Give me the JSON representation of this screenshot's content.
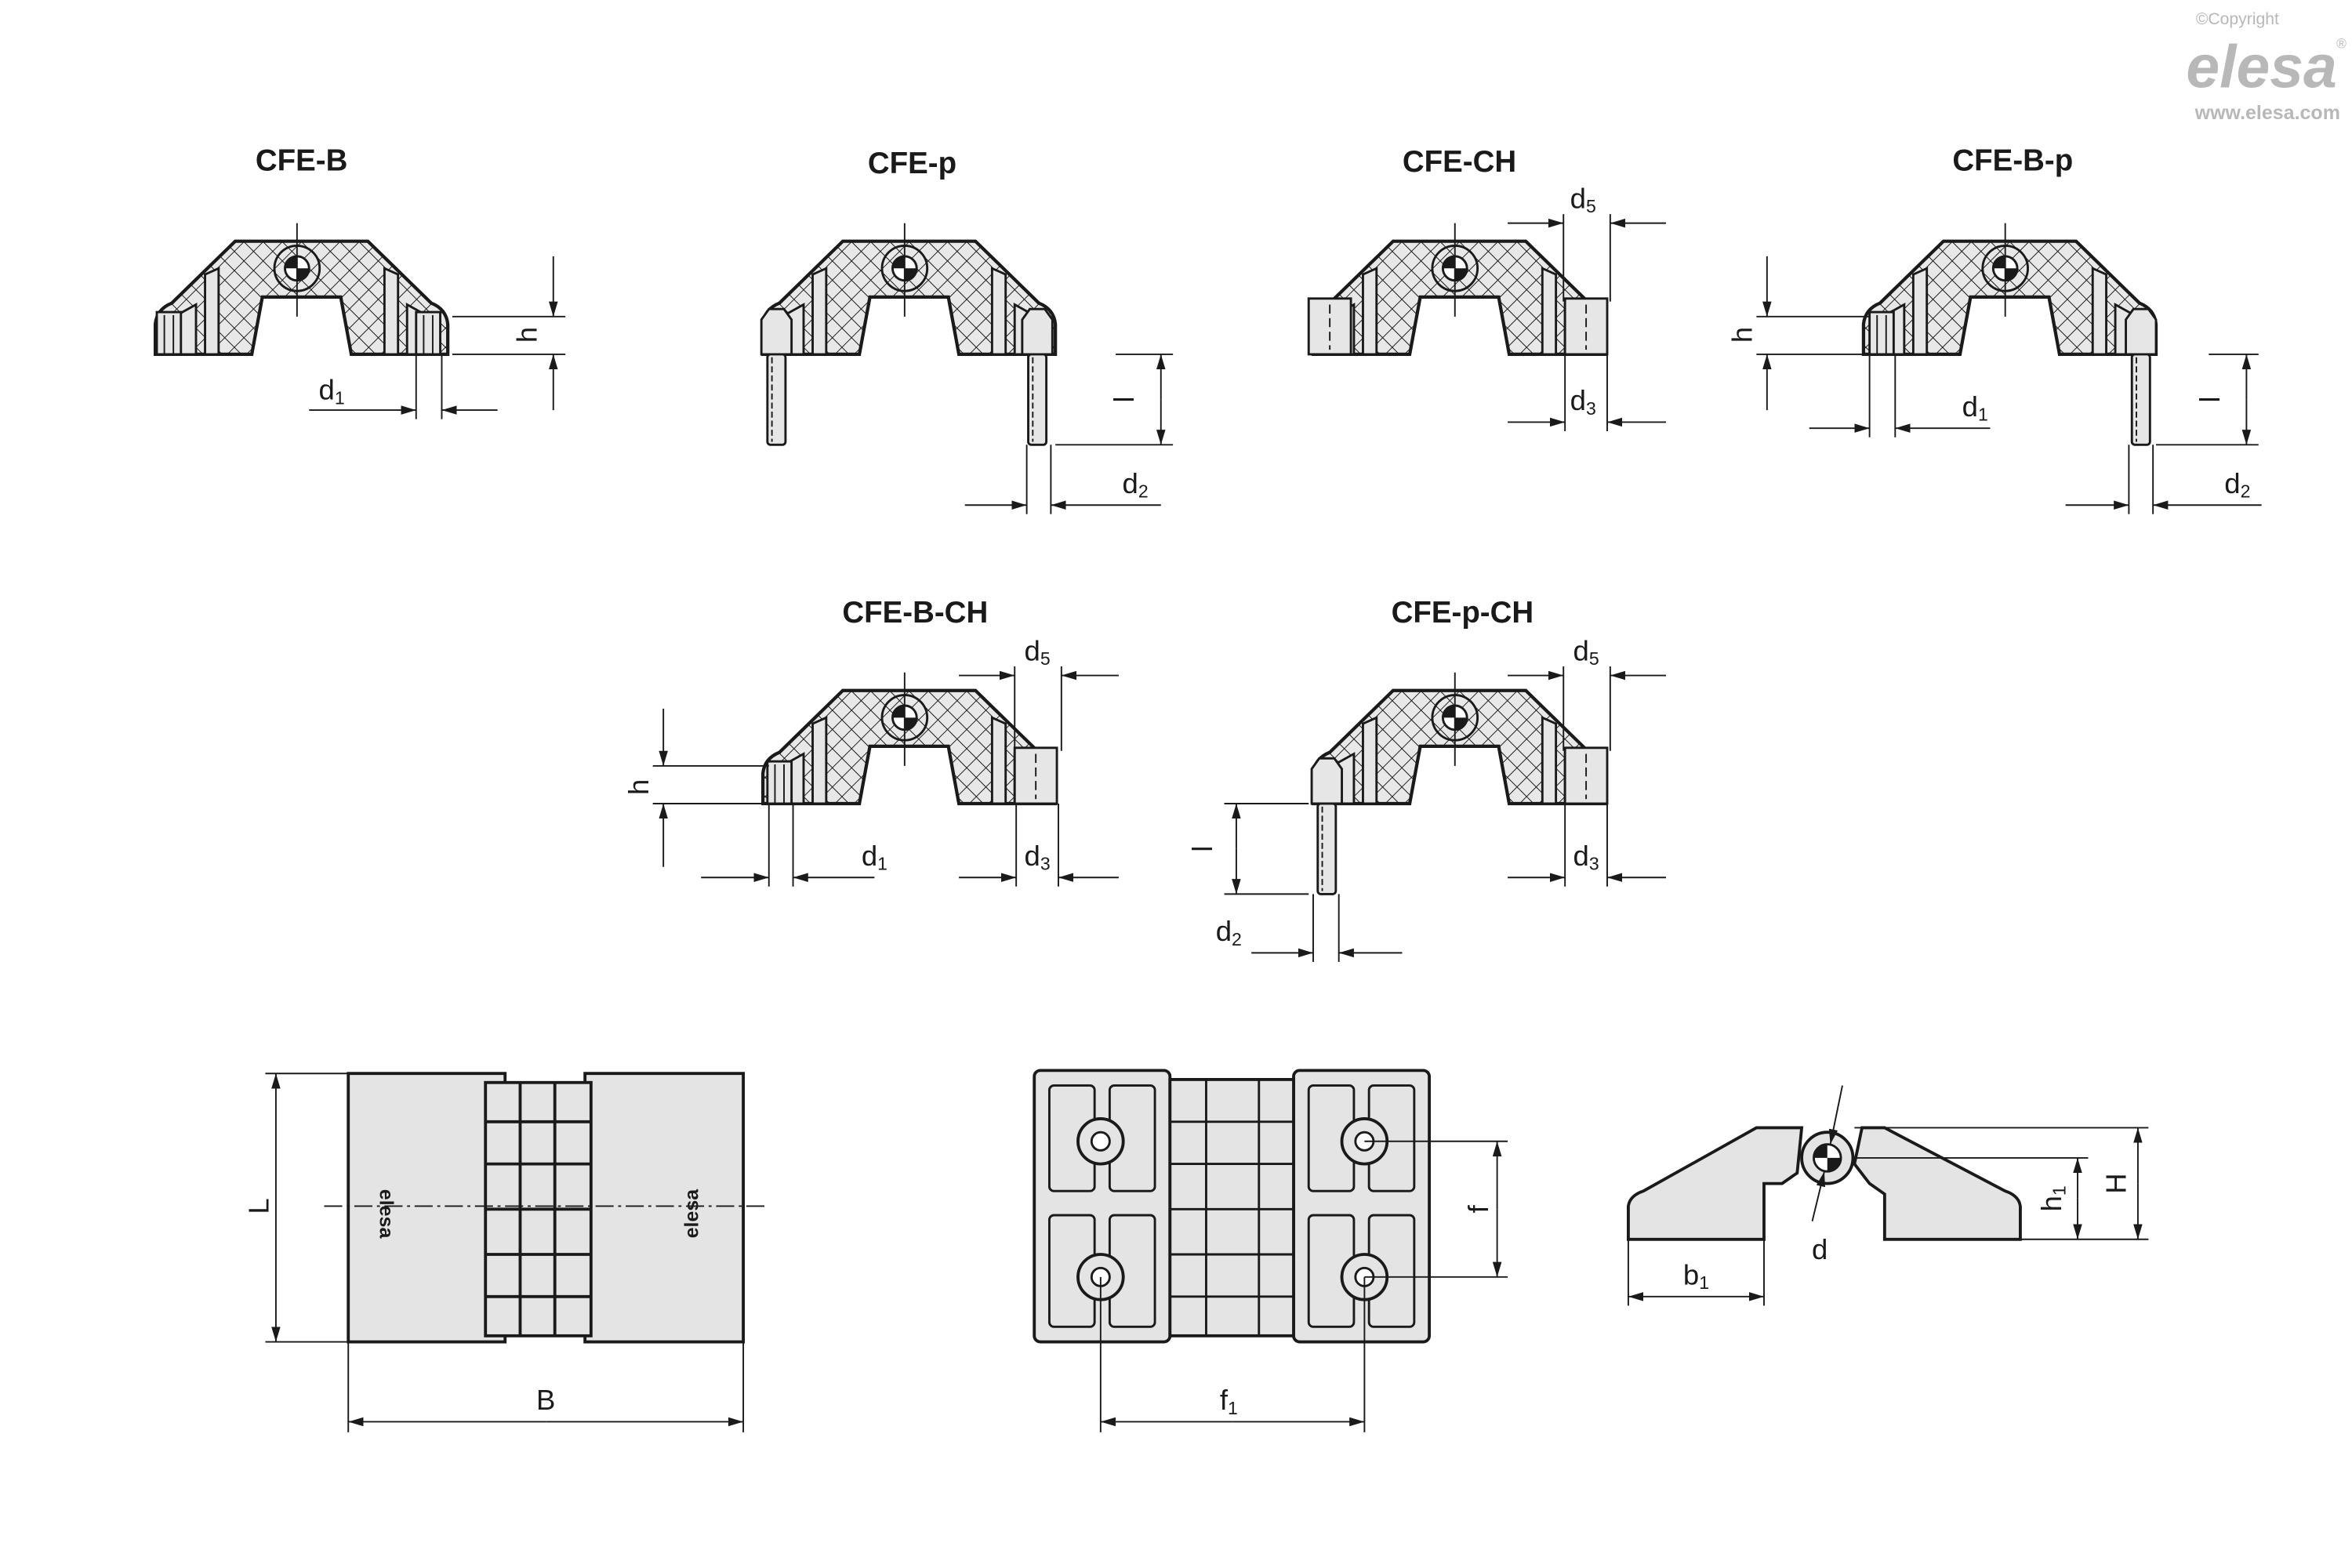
{
  "watermark": {
    "copyright": "©Copyright",
    "brand": "elesa",
    "registered": "®",
    "url": "www.elesa.com"
  },
  "variants": [
    {
      "title": "CFE-B"
    },
    {
      "title": "CFE-p"
    },
    {
      "title": "CFE-CH"
    },
    {
      "title": "CFE-B-p"
    },
    {
      "title": "CFE-B-CH"
    },
    {
      "title": "CFE-p-CH"
    }
  ],
  "dims": {
    "h": {
      "base": "h",
      "sub": ""
    },
    "d1": {
      "base": "d",
      "sub": "1"
    },
    "d2": {
      "base": "d",
      "sub": "2"
    },
    "d3": {
      "base": "d",
      "sub": "3"
    },
    "d5": {
      "base": "d",
      "sub": "5"
    },
    "l": {
      "base": "l",
      "sub": ""
    },
    "L": {
      "base": "L",
      "sub": ""
    },
    "B": {
      "base": "B",
      "sub": ""
    },
    "f": {
      "base": "f",
      "sub": ""
    },
    "f1": {
      "base": "f",
      "sub": "1"
    },
    "d": {
      "base": "d",
      "sub": ""
    },
    "h1": {
      "base": "h",
      "sub": "1"
    },
    "H": {
      "base": "H",
      "sub": ""
    },
    "b1": {
      "base": "b",
      "sub": "1"
    }
  },
  "hinge_marking": "elesa"
}
